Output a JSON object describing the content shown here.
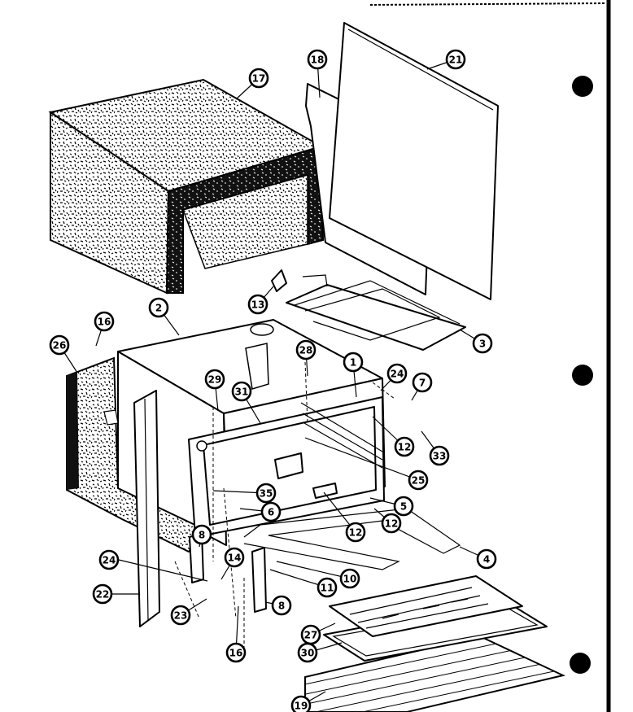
{
  "colors": {
    "ink": "#000000",
    "paper": "#ffffff"
  },
  "callouts": [
    {
      "id": "17",
      "label": "17"
    },
    {
      "id": "18",
      "label": "18"
    },
    {
      "id": "21",
      "label": "21"
    },
    {
      "id": "13",
      "label": "13"
    },
    {
      "id": "3",
      "label": "3"
    },
    {
      "id": "2",
      "label": "2"
    },
    {
      "id": "16a",
      "label": "16"
    },
    {
      "id": "26",
      "label": "26"
    },
    {
      "id": "28",
      "label": "28"
    },
    {
      "id": "1",
      "label": "1"
    },
    {
      "id": "24a",
      "label": "24"
    },
    {
      "id": "7",
      "label": "7"
    },
    {
      "id": "29",
      "label": "29"
    },
    {
      "id": "31",
      "label": "31"
    },
    {
      "id": "12a",
      "label": "12"
    },
    {
      "id": "33",
      "label": "33"
    },
    {
      "id": "25",
      "label": "25"
    },
    {
      "id": "35",
      "label": "35"
    },
    {
      "id": "5",
      "label": "5"
    },
    {
      "id": "6",
      "label": "6"
    },
    {
      "id": "12b",
      "label": "12"
    },
    {
      "id": "12c",
      "label": "12"
    },
    {
      "id": "4",
      "label": "4"
    },
    {
      "id": "8a",
      "label": "8"
    },
    {
      "id": "24b",
      "label": "24"
    },
    {
      "id": "14",
      "label": "14"
    },
    {
      "id": "10",
      "label": "10"
    },
    {
      "id": "11",
      "label": "11"
    },
    {
      "id": "22",
      "label": "22"
    },
    {
      "id": "23",
      "label": "23"
    },
    {
      "id": "8b",
      "label": "8"
    },
    {
      "id": "16b",
      "label": "16"
    },
    {
      "id": "27",
      "label": "27"
    },
    {
      "id": "30",
      "label": "30"
    },
    {
      "id": "19",
      "label": "19"
    }
  ]
}
